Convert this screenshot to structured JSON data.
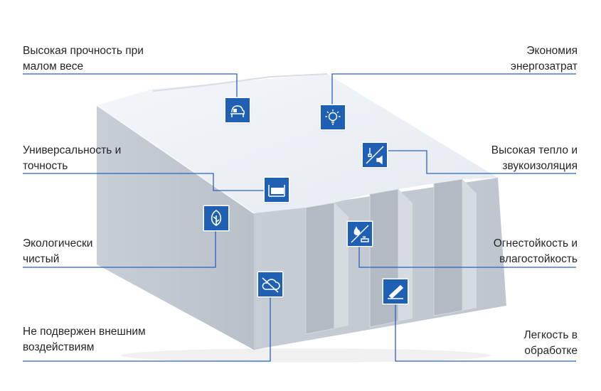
{
  "features": {
    "strength": {
      "line1": "Высокая прочность при",
      "line2": "малом весе",
      "icon": "elephant-on-bench-icon"
    },
    "energy": {
      "line1": "Экономия",
      "line2": "энергозатрат",
      "icon": "light-bulb-icon"
    },
    "versatility": {
      "line1": "Универсальность и",
      "line2": "точность",
      "icon": "ruler-block-icon"
    },
    "insulation": {
      "line1": "Высокая тепло и",
      "line2": "звукоизоляция",
      "icon": "thermo-sound-icon"
    },
    "eco": {
      "line1": "Экологически",
      "line2": "чистый",
      "icon": "leaf-icon"
    },
    "fire": {
      "line1": "Огнестойкость и",
      "line2": "влагостойкость",
      "icon": "fire-water-icon"
    },
    "weather": {
      "line1": "Не подвержен внешним",
      "line2": "воздействиям",
      "icon": "cloud-slash-icon"
    },
    "processing": {
      "line1": "Легкость в",
      "line2": "обработке",
      "icon": "saw-icon"
    }
  },
  "colors": {
    "accent": "#1f5fb4",
    "leader": "#2a62c4",
    "block_top": "#edf1f6",
    "block_side": "#c5cbd3"
  }
}
